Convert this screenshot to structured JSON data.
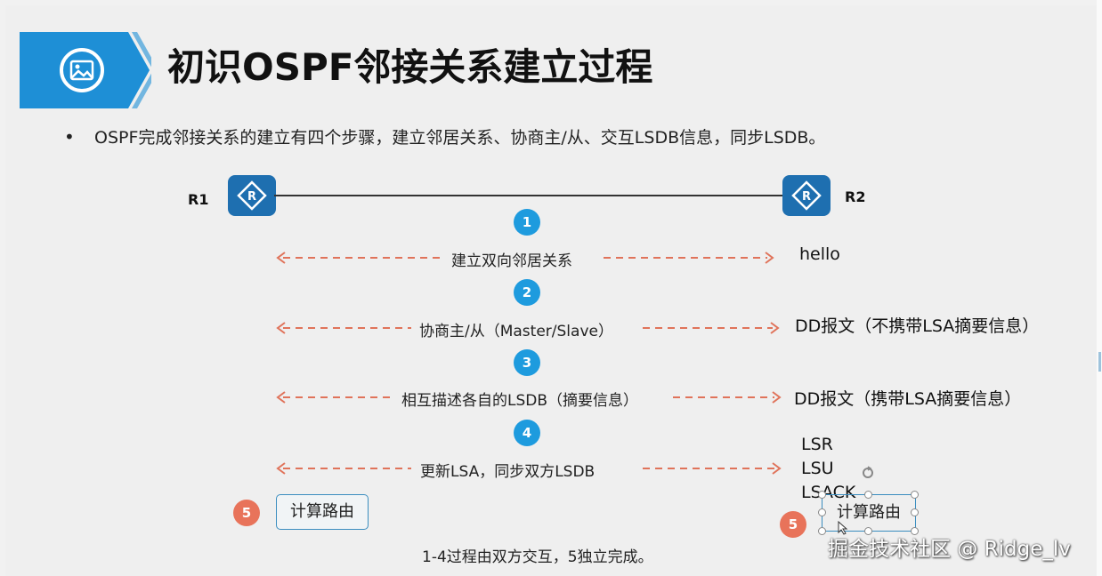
{
  "slide": {
    "title": "初识OSPF邻接关系建立过程",
    "banner_icon": "image-icon",
    "bullet_text": "OSPF完成邻接关系的建立有四个步骤，建立邻居关系、协商主/从、交互LSDB信息，同步LSDB。",
    "routers": {
      "left_label": "R1",
      "right_label": "R2",
      "icon": "router-icon"
    },
    "steps": [
      {
        "number": "1",
        "label": "建立双向邻居关系",
        "message": "hello"
      },
      {
        "number": "2",
        "label": "协商主/从（Master/Slave）",
        "message": "DD报文（不携带LSA摘要信息）"
      },
      {
        "number": "3",
        "label": "相互描述各自的LSDB（摘要信息）",
        "message": "DD报文（携带LSA摘要信息）"
      },
      {
        "number": "4",
        "label": "更新LSA，同步双方LSDB",
        "messages": [
          "LSR",
          "LSU",
          "LSACK"
        ]
      }
    ],
    "step5": {
      "number": "5",
      "left_box": "计算路由",
      "right_box": "计算路由"
    },
    "footer": "1-4过程由双方交互，5独立完成。"
  },
  "watermark": "掘金技术社区 @ Ridge_lv",
  "colors": {
    "banner_blue": "#1e8fd6",
    "step_blue": "#1e9bde",
    "step_orange": "#e8735a",
    "arrow_red": "#e0735a",
    "router_blue": "#1e6fb0"
  }
}
